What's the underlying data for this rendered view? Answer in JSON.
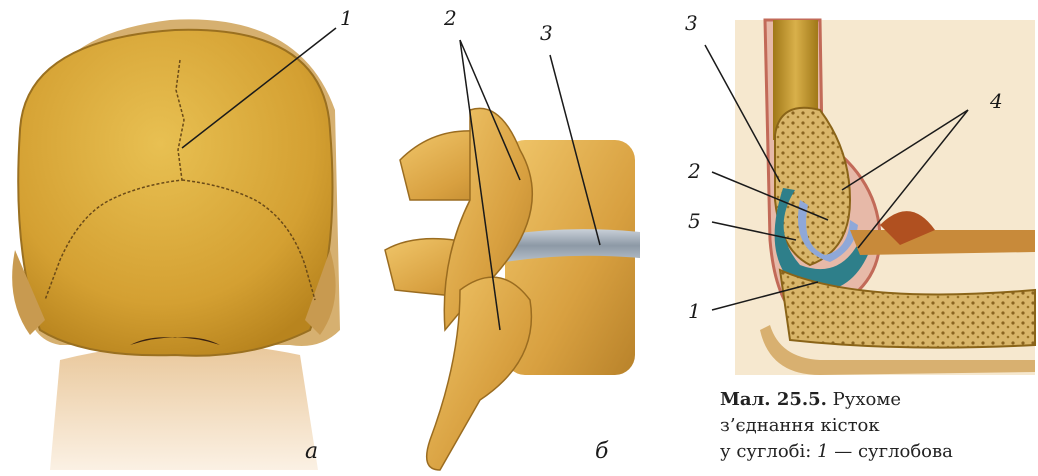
{
  "figure": {
    "panels": [
      {
        "letter": "а",
        "labels": [
          "1"
        ]
      },
      {
        "letter": "б",
        "labels": [
          "2",
          "3"
        ]
      },
      {
        "letter": "",
        "labels": [
          "3",
          "4",
          "2",
          "5",
          "1"
        ]
      }
    ]
  },
  "caption": {
    "title": "Мал. 25.5.",
    "line1_text": "Рухоме",
    "line2_text": "з’єднання кісток",
    "line3_prefix": "у суглобі: ",
    "line3_num": "1",
    "line3_suffix": " — суглобова"
  }
}
